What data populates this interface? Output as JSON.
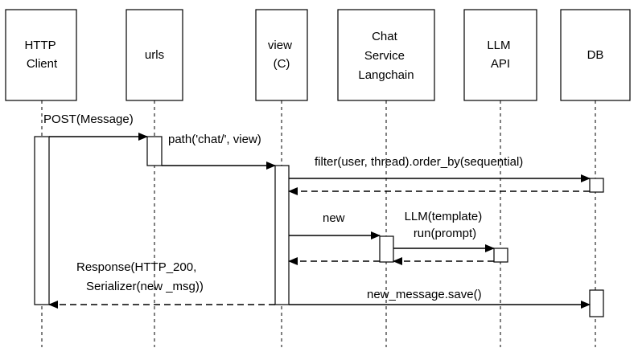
{
  "participants": [
    {
      "id": "client",
      "lines": [
        "HTTP",
        "Client"
      ]
    },
    {
      "id": "urls",
      "lines": [
        "urls"
      ]
    },
    {
      "id": "view",
      "lines": [
        "view",
        "(C)"
      ]
    },
    {
      "id": "chat",
      "lines": [
        "Chat",
        "Service",
        "Langchain"
      ]
    },
    {
      "id": "llm",
      "lines": [
        "LLM",
        "API"
      ]
    },
    {
      "id": "db",
      "lines": [
        "DB"
      ]
    }
  ],
  "messages": [
    {
      "id": "post",
      "lines": [
        "POST(Message)"
      ]
    },
    {
      "id": "path",
      "lines": [
        "path('chat/', view)"
      ]
    },
    {
      "id": "filter",
      "lines": [
        "filter(user, thread).order_by(sequential)"
      ]
    },
    {
      "id": "filter-return",
      "lines": []
    },
    {
      "id": "new",
      "lines": [
        "new"
      ]
    },
    {
      "id": "llm-run",
      "lines": [
        "LLM(template)",
        "run(prompt)"
      ]
    },
    {
      "id": "llm-return",
      "lines": []
    },
    {
      "id": "chat-return",
      "lines": []
    },
    {
      "id": "response",
      "lines": [
        "Response(HTTP_200,",
        "Serializer(new _msg))"
      ]
    },
    {
      "id": "save",
      "lines": [
        "new_message.save()"
      ]
    }
  ]
}
